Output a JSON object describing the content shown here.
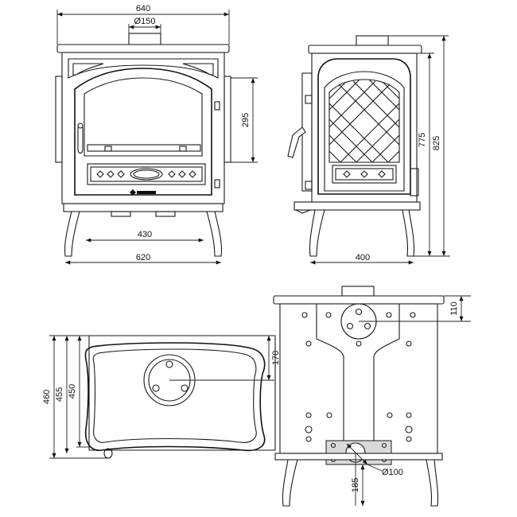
{
  "dimensions": {
    "front_width": "640",
    "flue_diameter_top": "Ø150",
    "front_height_295": "295",
    "leg_span": "430",
    "base_width": "620",
    "side_height_775": "775",
    "side_height_825": "825",
    "side_depth": "400",
    "top_depth_460": "460",
    "top_depth_455": "455",
    "top_depth_450": "450",
    "top_flue_offset": "170",
    "back_flue_offset": "110",
    "rear_air_offset": "185",
    "rear_air_diameter": "Ø100"
  },
  "colors": {
    "line": "#1a1a1a",
    "background": "#ffffff",
    "grey_fill": "#9a9a9a"
  }
}
